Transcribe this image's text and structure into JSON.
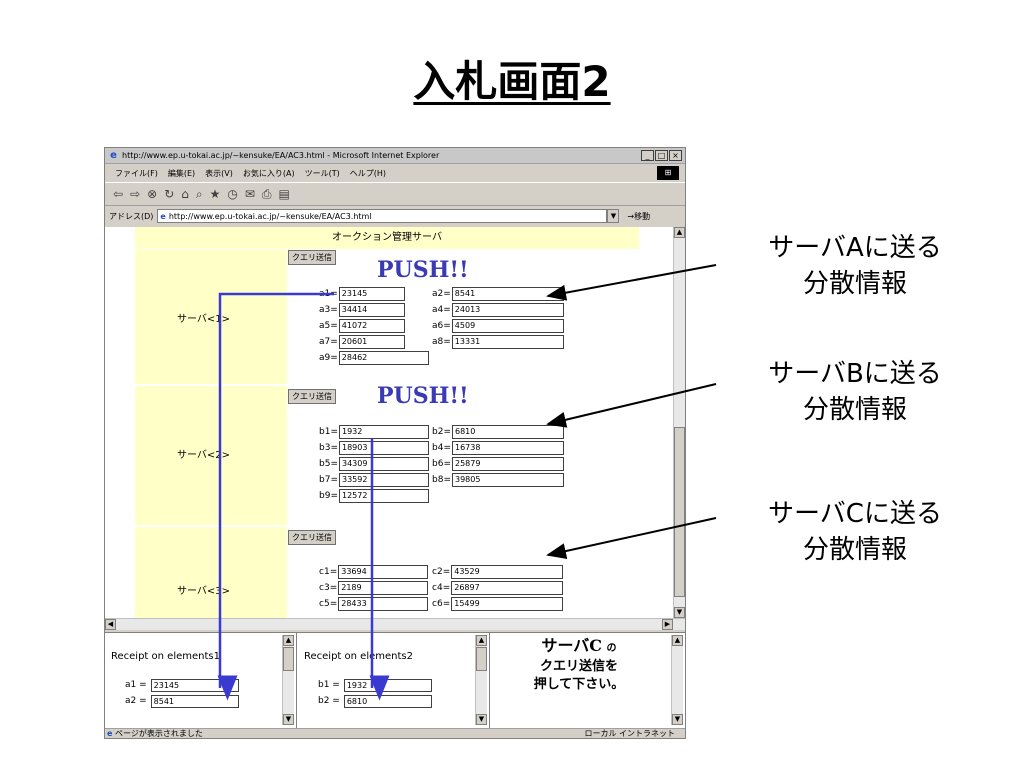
{
  "slide": {
    "title": "入札画面2"
  },
  "browser": {
    "title": "http://www.ep.u-tokai.ac.jp/~kensuke/EA/AC3.html - Microsoft Internet Explorer",
    "menu": [
      "ファイル(F)",
      "編集(E)",
      "表示(V)",
      "お気に入り(A)",
      "ツール(T)",
      "ヘルプ(H)"
    ],
    "address_label": "アドレス(D)",
    "address": "http://www.ep.u-tokai.ac.jp/~kensuke/EA/AC3.html",
    "go_label": "移動",
    "status": "ページが表示されました",
    "zone": "ローカル イントラネット"
  },
  "page": {
    "header": "オークション管理サーバ",
    "query_button": "クエリ送信",
    "push_label": "PUSH!!",
    "servers": [
      {
        "label": "サーバ<1>",
        "fields": [
          {
            "name": "a1",
            "value": "23145"
          },
          {
            "name": "a2",
            "value": "8541"
          },
          {
            "name": "a3",
            "value": "34414"
          },
          {
            "name": "a4",
            "value": "24013"
          },
          {
            "name": "a5",
            "value": "41072"
          },
          {
            "name": "a6",
            "value": "4509"
          },
          {
            "name": "a7",
            "value": "20601"
          },
          {
            "name": "a8",
            "value": "13331"
          },
          {
            "name": "a9",
            "value": "28462"
          }
        ]
      },
      {
        "label": "サーバ<2>",
        "fields": [
          {
            "name": "b1",
            "value": "1932"
          },
          {
            "name": "b2",
            "value": "6810"
          },
          {
            "name": "b3",
            "value": "18903"
          },
          {
            "name": "b4",
            "value": "16738"
          },
          {
            "name": "b5",
            "value": "34309"
          },
          {
            "name": "b6",
            "value": "25879"
          },
          {
            "name": "b7",
            "value": "33592"
          },
          {
            "name": "b8",
            "value": "39805"
          },
          {
            "name": "b9",
            "value": "12572"
          }
        ]
      },
      {
        "label": "サーバ<3>",
        "fields": [
          {
            "name": "c1",
            "value": "33694"
          },
          {
            "name": "c2",
            "value": "43529"
          },
          {
            "name": "c3",
            "value": "2189"
          },
          {
            "name": "c4",
            "value": "26897"
          },
          {
            "name": "c5",
            "value": "28433"
          },
          {
            "name": "c6",
            "value": "15499"
          }
        ]
      }
    ]
  },
  "panels": {
    "p1": {
      "title": "Receipt on elements1",
      "items": [
        {
          "label": "a1 =",
          "value": "23145"
        },
        {
          "label": "a2 =",
          "value": "8541"
        }
      ]
    },
    "p2": {
      "title": "Receipt on elements2",
      "items": [
        {
          "label": "b1 =",
          "value": "1932"
        },
        {
          "label": "b2 =",
          "value": "6810"
        }
      ]
    },
    "p3": {
      "line1": "サーバC",
      "line1_small": "の",
      "line2": "クエリ送信を",
      "line3": "押して下さい。"
    }
  },
  "annotations": [
    {
      "line1": "サーバAに送る",
      "line2": "分散情報"
    },
    {
      "line1": "サーバBに送る",
      "line2": "分散情報"
    },
    {
      "line1": "サーバCに送る",
      "line2": "分散情報"
    }
  ],
  "colors": {
    "push": "#3a3ab4",
    "arrow_blue": "#3a3ad0",
    "panel_bg": "#ffffc8"
  }
}
